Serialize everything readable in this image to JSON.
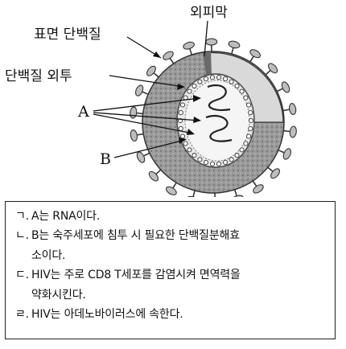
{
  "diagram": {
    "labels": {
      "envelope": "외피막",
      "surface_protein": "표면 단백질",
      "protein_shell": "단백질 외투",
      "a": "A",
      "b": "B"
    }
  },
  "statements": [
    {
      "marker": "ㄱ.",
      "line1": "A는 RNA이다.",
      "line2": ""
    },
    {
      "marker": "ㄴ.",
      "line1": "B는 숙주세포에 침투 시 필요한 단백질분해효",
      "line2": "소이다."
    },
    {
      "marker": "ㄷ.",
      "line1": "HIV는 주로 CD8 T세포를 감염시켜 면역력을",
      "line2": "약화시킨다."
    },
    {
      "marker": "ㄹ.",
      "line1": "HIV는 아데노바이러스에 속한다.",
      "line2": ""
    }
  ]
}
